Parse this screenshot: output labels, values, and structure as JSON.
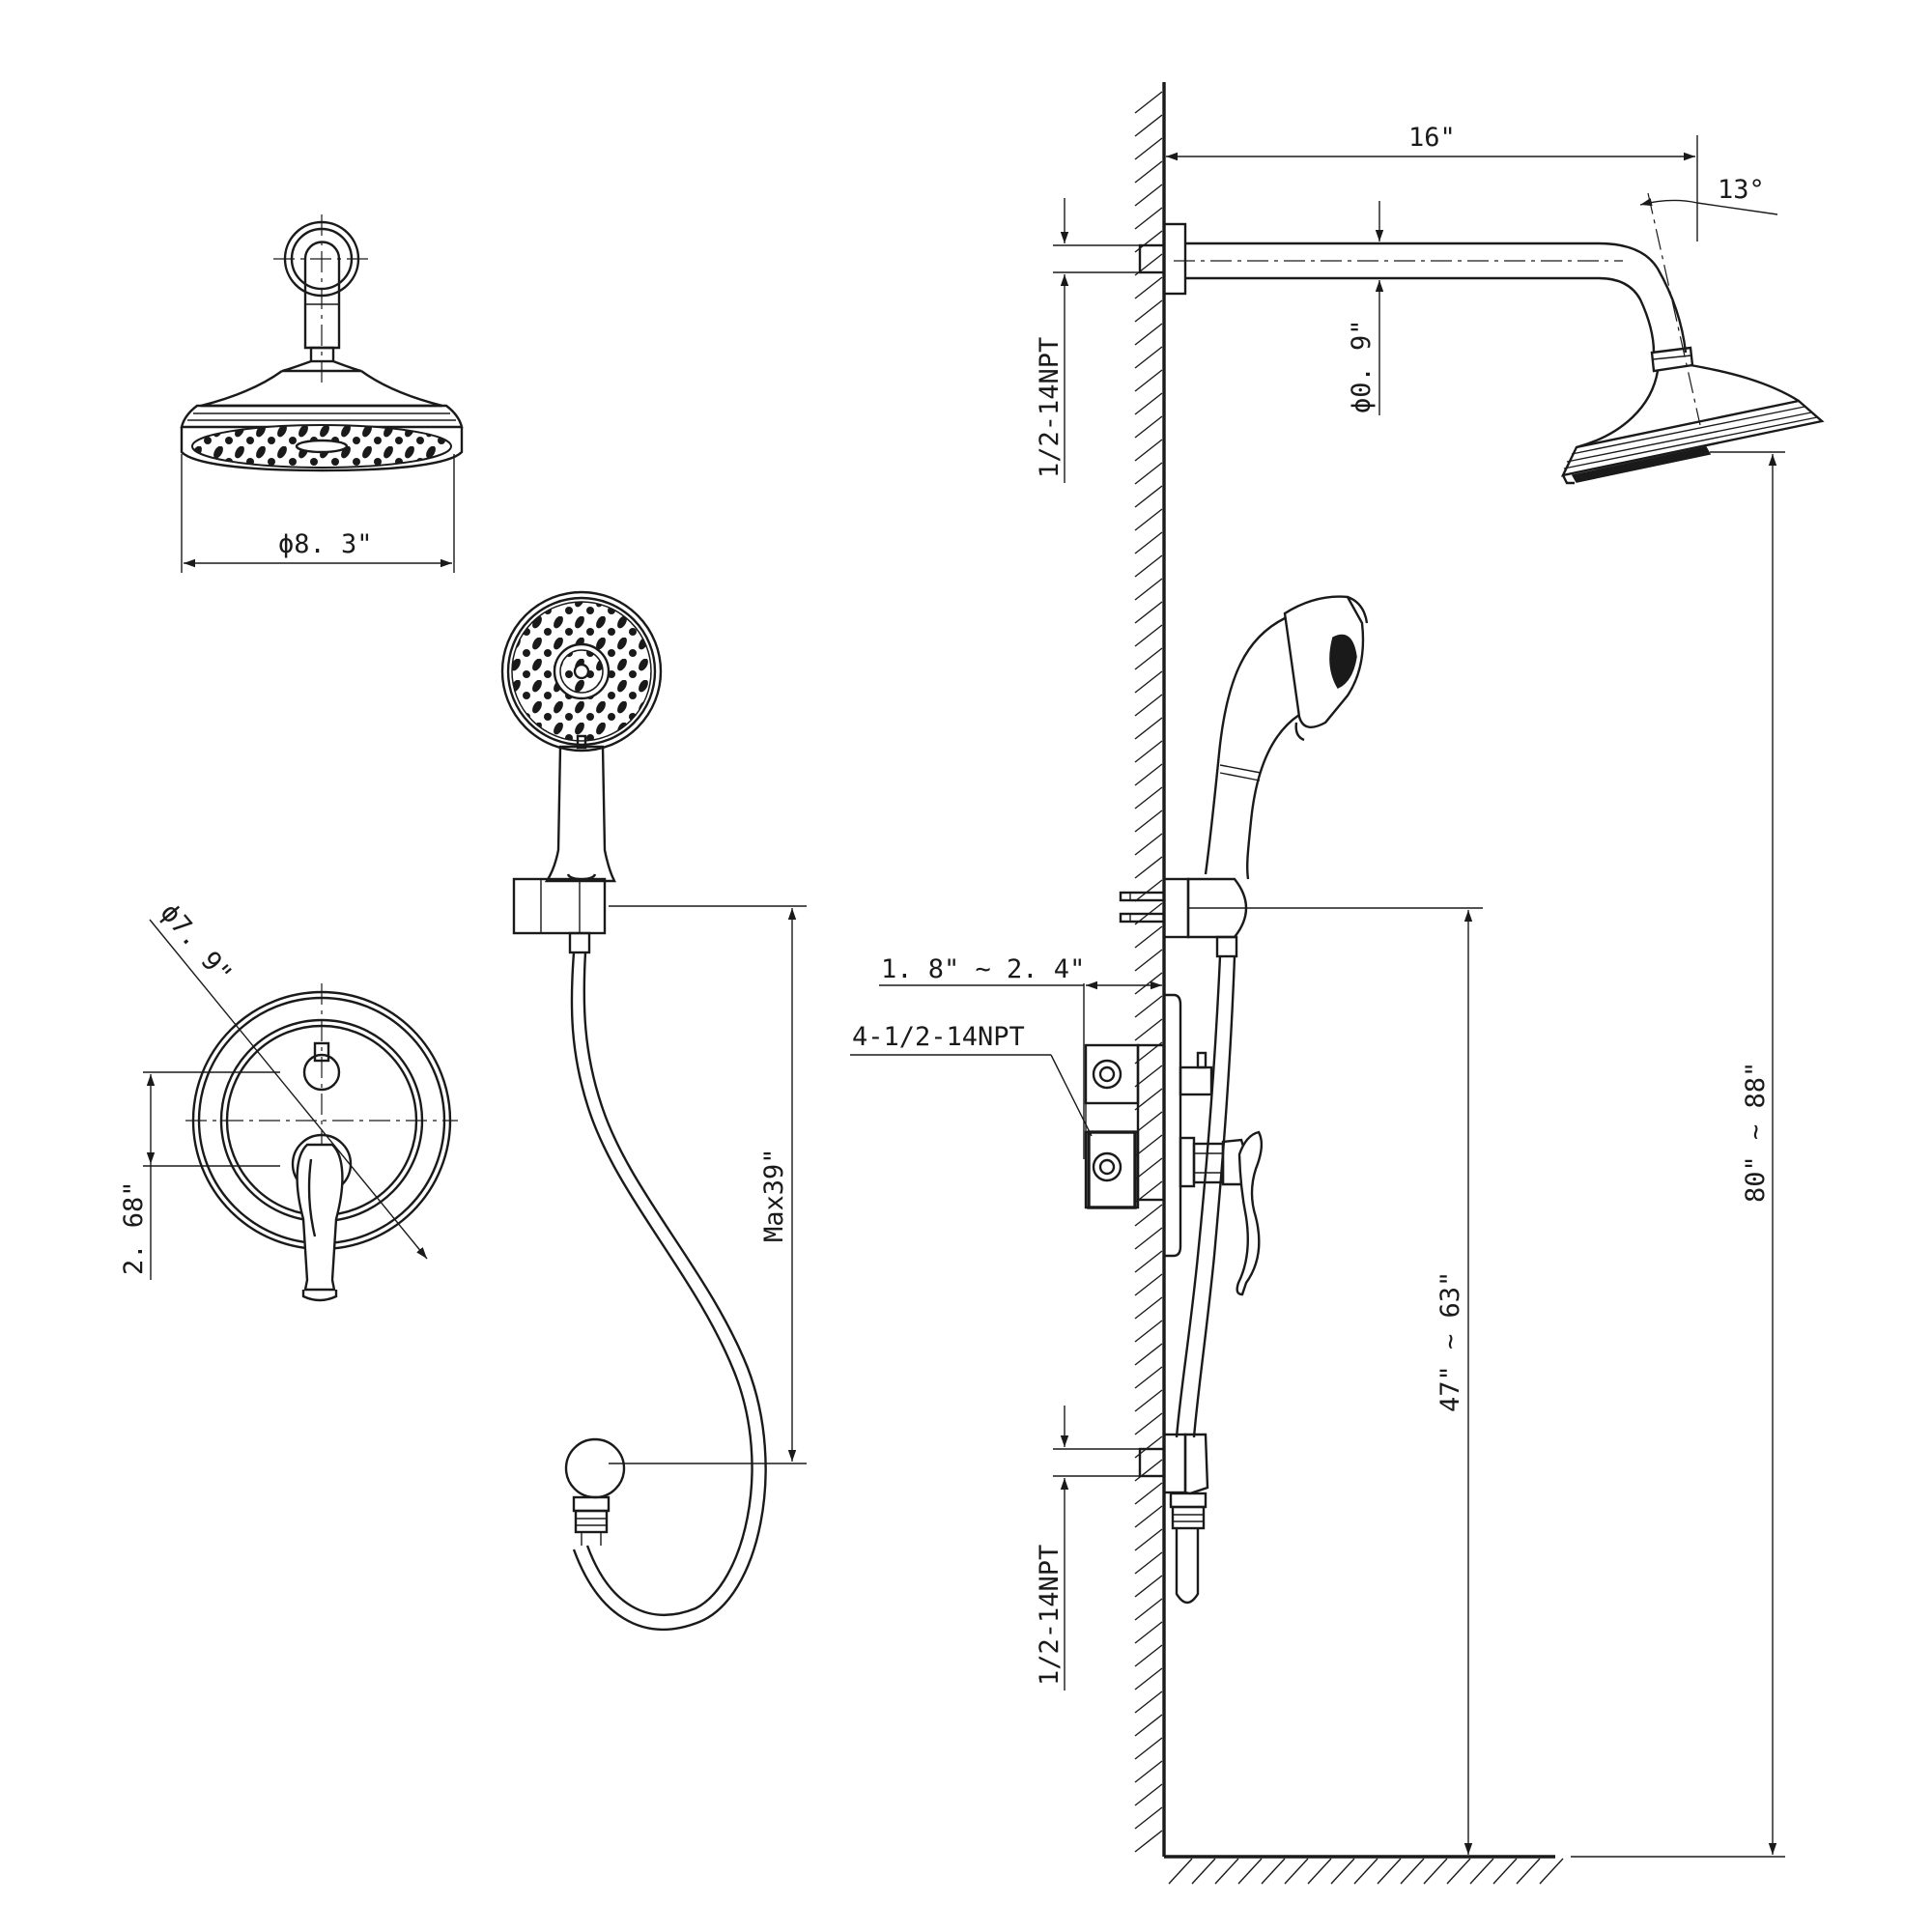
{
  "labels": {
    "rain_head_diameter": "ϕ8. 3\"",
    "trim_diameter": "ϕ7. 9\"",
    "handle_offset": "2. 68\"",
    "hose_length": "Max39\"",
    "arm_length": "16\"",
    "arm_angle": "13°",
    "arm_inlet": "1/2-14NPT",
    "arm_diameter": "ϕ0. 9\"",
    "wall_depth": "1. 8\" ~ 2. 4\"",
    "valve_ports": "4-1/2-14NPT",
    "head_height": "80\" ~ 88\"",
    "holder_height": "47\" ~ 63\"",
    "elbow_inlet": "1/2-14NPT"
  }
}
